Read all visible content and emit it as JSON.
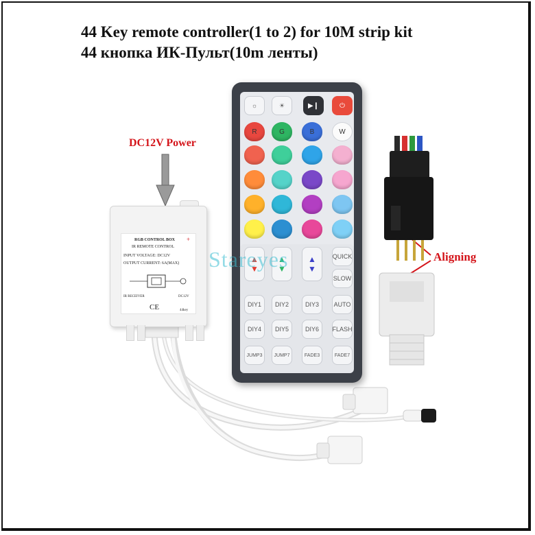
{
  "title": {
    "line1": "44 Key remote controller(1 to 2) for 10M strip kit",
    "line2": "44 кнопка ИК-Пульт(10m ленты)"
  },
  "labels": {
    "power": "DC12V Power",
    "aligning": "Aligning",
    "watermark": "Stareyes"
  },
  "controller_box": {
    "line1": "RGB CONTROL BOX",
    "line2": "IR REMOTE CONTROL",
    "line3": "INPUT VOLTAGE: DC12V",
    "line4": "OUTPUT CURRENT: 6A(MAX)",
    "receiver": "IR RECEIVER",
    "dc": "DC12V",
    "ce": "CE",
    "model": "44key"
  },
  "remote": {
    "color_rows": [
      [
        "R",
        "G",
        "B",
        "W"
      ]
    ],
    "colors": {
      "row2": [
        "#f0624f",
        "#3fcf9a",
        "#2fa4e8",
        "#f4b0d0"
      ],
      "row3": [
        "#ff8c3a",
        "#55d3c9",
        "#7a48c8",
        "#f6a6cf"
      ],
      "row4": [
        "#ffb12a",
        "#2fb7d8",
        "#b23fc2",
        "#7ec6f2"
      ],
      "row5": [
        "#fff04a",
        "#2c8fd1",
        "#e8489a",
        "#7fd0f6"
      ],
      "row1": [
        "#e8473f",
        "#2eb562",
        "#3a6fd8",
        "#fbfbfb"
      ]
    },
    "side_buttons": [
      "QUICK",
      "SLOW",
      "AUTO",
      "FLASH"
    ],
    "diy_buttons": [
      "DIY1",
      "DIY2",
      "DIY3",
      "DIY4",
      "DIY5",
      "DIY6"
    ],
    "mode_buttons": [
      "JUMP3",
      "JUMP7",
      "FADE3",
      "FADE7"
    ]
  },
  "accent_colors": {
    "label_red": "#d4141a",
    "watermark": "#3cbed2"
  }
}
